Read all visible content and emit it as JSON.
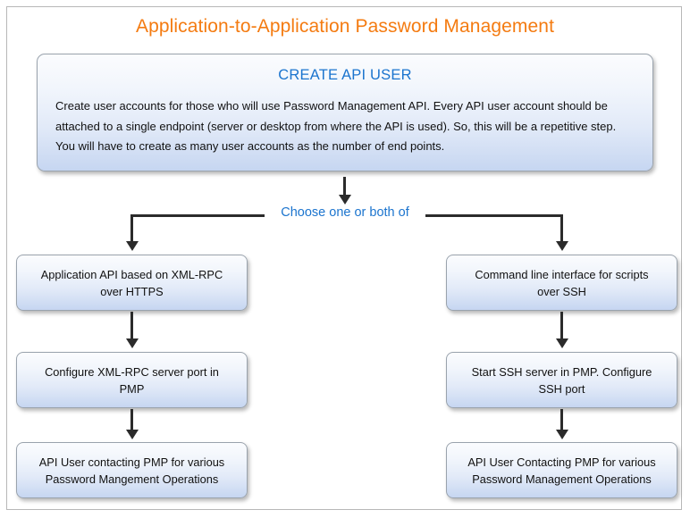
{
  "title": "Application-to-Application Password Management",
  "colors": {
    "title": "#F47B11",
    "heading": "#1B74CE",
    "connector": "#2b2b2b",
    "box_border": "#9aa3ad",
    "page_border": "#b8b8b8"
  },
  "create_box": {
    "heading": "CREATE API USER",
    "body": "Create user accounts for those who will use Password Management  API. Every API user account should be attached to  a single endpoint (server or desktop from where the API is used). So, this will be a repetitive step. You will have to create as many user accounts as the number of end points."
  },
  "branch_label": "Choose one or both of",
  "columns": [
    {
      "id": "left",
      "steps": [
        {
          "line1": "Application API based on XML-RPC",
          "line2": "over HTTPS"
        },
        {
          "line1": "Configure XML-RPC server port in",
          "line2": "PMP"
        },
        {
          "line1": "API  User contacting PMP for various",
          "line2": "Password Mangement Operations"
        }
      ]
    },
    {
      "id": "right",
      "steps": [
        {
          "line1": "Command line interface for scripts",
          "line2": "over SSH"
        },
        {
          "line1": "Start SSH server in PMP. Configure",
          "line2": "SSH port"
        },
        {
          "line1": "API User Contacting PMP for various",
          "line2": "Password Management Operations"
        }
      ]
    }
  ]
}
